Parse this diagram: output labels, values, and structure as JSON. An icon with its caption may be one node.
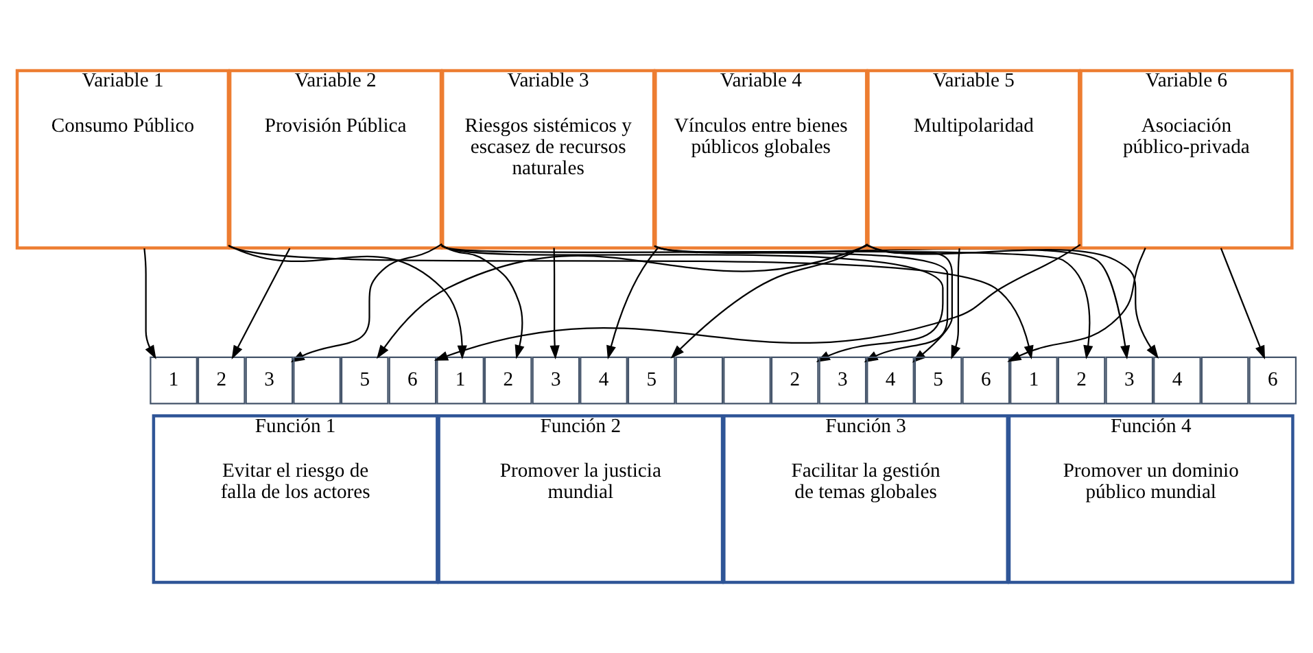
{
  "diagram": {
    "nodes": [
      {
        "text": [
          "Variable 1",
          "Consumo Público"
        ]
      },
      {
        "text": [
          "Variable 2",
          "Provisión Pública"
        ]
      },
      {
        "text": [
          "Variable 3",
          "Riesgos sistémicos y escasez de recursos naturales"
        ]
      },
      {
        "text": [
          "Variable 4",
          "Vínculos entre bienes públicos globales"
        ]
      },
      {
        "text": [
          "Variable 5",
          "Multipolaridad"
        ]
      },
      {
        "text": [
          "Variable 6",
          "Asociación público-privada"
        ]
      },
      {
        "text": [
          "1"
        ]
      },
      {
        "text": [
          "2"
        ]
      },
      {
        "text": [
          "3"
        ]
      },
      {
        "text": [],
        "shape": "box"
      },
      {
        "text": [
          "5"
        ]
      },
      {
        "text": [
          "6"
        ]
      },
      {
        "text": [
          "1"
        ]
      },
      {
        "text": [
          "2"
        ]
      },
      {
        "text": [
          "3"
        ]
      },
      {
        "text": [
          "4"
        ]
      },
      {
        "text": [
          "5"
        ]
      },
      {
        "text": [],
        "shape": "box"
      },
      {
        "text": [],
        "shape": "box"
      },
      {
        "text": [
          "2"
        ]
      },
      {
        "text": [
          "3"
        ]
      },
      {
        "text": [
          "4"
        ]
      },
      {
        "text": [
          "5"
        ]
      },
      {
        "text": [
          "6"
        ]
      },
      {
        "text": [
          "1"
        ]
      },
      {
        "text": [
          "2"
        ]
      },
      {
        "text": [
          "3"
        ]
      },
      {
        "text": [
          "4"
        ]
      },
      {
        "text": [],
        "shape": "box"
      },
      {
        "text": [
          "6"
        ]
      },
      {
        "text": [
          "Función 1",
          "Evitar el riesgo de falla de los actores"
        ]
      },
      {
        "text": [
          "Función 2",
          "Promover la justicia mundial"
        ]
      },
      {
        "text": [
          "Función 3",
          "Facilitar la gestión de temas globales"
        ]
      },
      {
        "text": [
          "Función 4",
          "Promover un dominio público mundial"
        ]
      }
    ],
    "edges": [
      {
        "from": 0,
        "to": 6,
        "arrow": "to"
      },
      {
        "from": 0,
        "to": 12,
        "arrow": "to"
      },
      {
        "from": 0,
        "to": 24,
        "arrow": "to"
      },
      {
        "from": 1,
        "to": 7,
        "arrow": "to"
      },
      {
        "from": 1,
        "to": 13,
        "arrow": "to"
      },
      {
        "from": 1,
        "to": 19,
        "arrow": "to"
      },
      {
        "from": 1,
        "to": 25,
        "arrow": "to"
      },
      {
        "from": 2,
        "to": 8,
        "arrow": "to"
      },
      {
        "from": 2,
        "to": 14,
        "arrow": "to"
      },
      {
        "from": 2,
        "to": 20,
        "arrow": "to"
      },
      {
        "from": 2,
        "to": 26,
        "arrow": "to"
      },
      {
        "from": 3,
        "to": 15,
        "arrow": "to"
      },
      {
        "from": 3,
        "to": 21,
        "arrow": "to"
      },
      {
        "from": 3,
        "to": 27,
        "arrow": "to"
      },
      {
        "from": 4,
        "to": 10,
        "arrow": "to"
      },
      {
        "from": 4,
        "to": 16,
        "arrow": "to"
      },
      {
        "from": 4,
        "to": 22,
        "arrow": "to"
      },
      {
        "from": 5,
        "to": 11,
        "arrow": "to"
      },
      {
        "from": 5,
        "to": 23,
        "arrow": "to"
      },
      {
        "from": 5,
        "to": 29,
        "arrow": "to"
      }
    ]
  }
}
